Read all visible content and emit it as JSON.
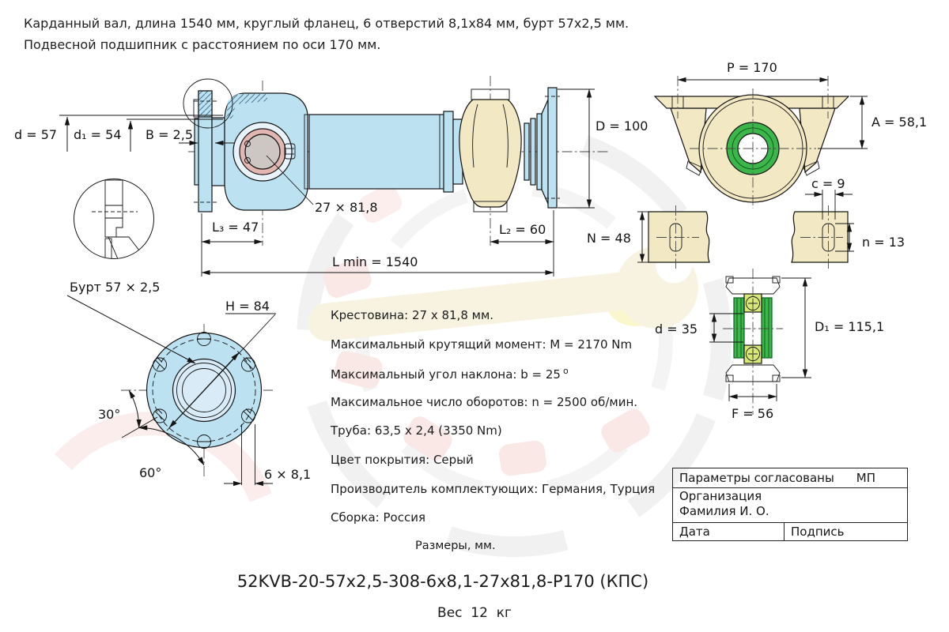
{
  "header": {
    "line1": "Карданный вал, длина 1540 мм, круглый фланец, 6 отверстий 8,1x84 мм, бурт 57x2,5 мм.",
    "line2": "Подвесной подшипник с расстоянием по оси 170 мм."
  },
  "side_view": {
    "labels": {
      "d": "d = 57",
      "d1": "d₁ = 54",
      "B": "B = 2,5",
      "L3": "L₃ = 47",
      "cross": "27 × 81,8",
      "L2": "L₂ = 60",
      "Lmin": "L min = 1540",
      "D": "D = 100"
    }
  },
  "flange_view": {
    "labels": {
      "burt": "Бурт 57 × 2,5",
      "H": "H = 84",
      "angle30": "30°",
      "angle60": "60°",
      "holes": "6 × 8,1"
    }
  },
  "bearing_view": {
    "labels": {
      "P": "P = 170",
      "A": "A = 58,1",
      "c": "c = 9",
      "n": "n = 13",
      "N": "N = 48",
      "d": "d = 35",
      "D1": "D₁ = 115,1",
      "F": "F = 56"
    }
  },
  "specs": {
    "crosspiece": "Крестовина: 27 x 81,8 мм.",
    "torque": "Максимальный крутящий момент: M = 2170 Nm",
    "angle": "Максимальный угол наклона: b = 25",
    "angle_sup": "o",
    "rpm": "Максимальное число оборотов: n = 2500 об/мин.",
    "tube": "Труба: 63,5 x 2,4 (3350 Nm)",
    "coating": "Цвет покрытия: Серый",
    "manufacturer": "Производитель комплектующих: Германия, Турция",
    "assembly": "Сборка: Россия"
  },
  "notes": {
    "dimensions": "Размеры, мм."
  },
  "part_number": "52KVB-20-57x2,5-308-6x8,1-27x81,8-P170 (КПС)",
  "weight": "Вес  12  кг",
  "approval_table": {
    "row1_left": "Параметры согласованы",
    "row1_right": "МП",
    "row2_line1": "Организация",
    "row2_line2": "Фамилия И. О.",
    "row3_left": "Дата",
    "row3_right": "Подпись"
  },
  "colors": {
    "part_blue": "#BCE2F2",
    "part_tan": "#F2E8C4",
    "bearing_green": "#3CB54A",
    "cup_pink": "#E3B7B1",
    "block_lime": "#D7E877"
  }
}
